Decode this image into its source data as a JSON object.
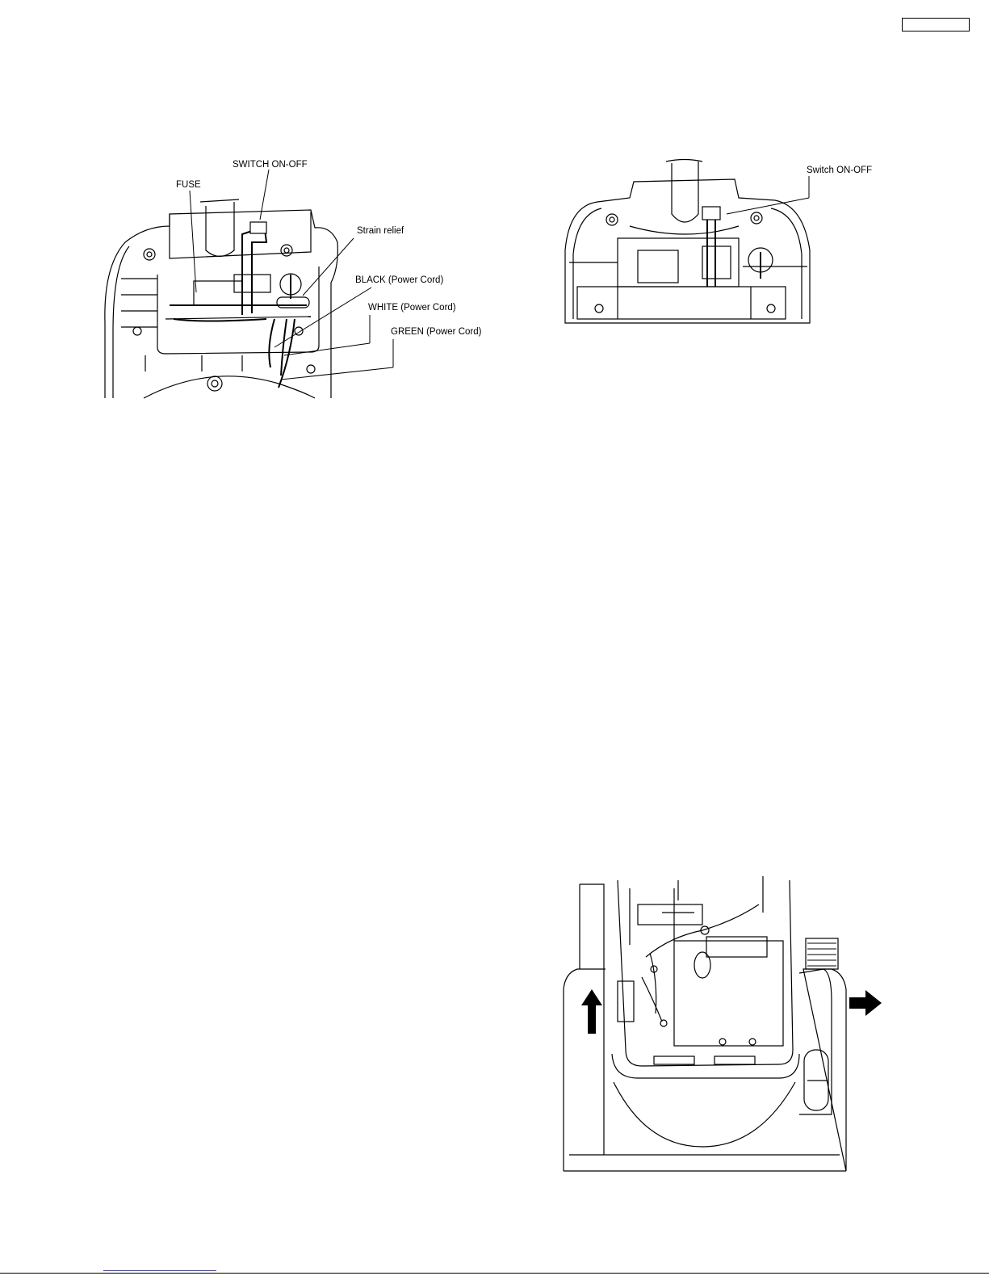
{
  "figure1": {
    "labels": {
      "switch": "SWITCH ON-OFF",
      "fuse": "FUSE",
      "strain_relief": "Strain relief",
      "black_cord": "BLACK (Power Cord)",
      "white_cord": "WHITE (Power Cord)",
      "green_cord": "GREEN (Power Cord)"
    }
  },
  "figure2": {
    "labels": {
      "switch": "Switch ON-OFF"
    }
  }
}
